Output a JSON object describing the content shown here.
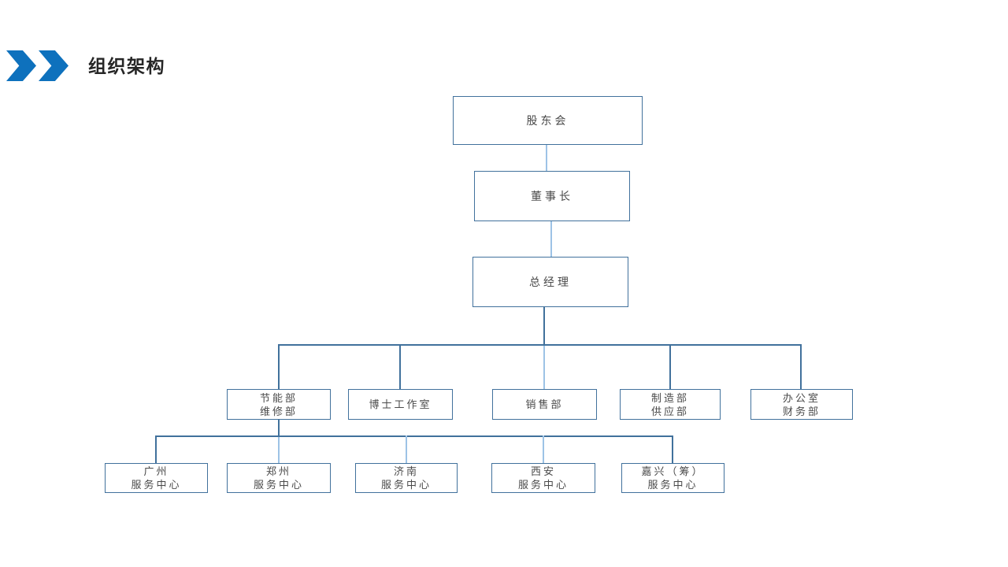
{
  "slide": {
    "title": "组织架构"
  },
  "colors": {
    "chevron": "#0E71BD",
    "box_border": "#41719C",
    "connector_dark": "#41719C",
    "connector_light": "#9DC3E6",
    "node_text": "#4a4a4a",
    "title_text": "#262626",
    "background": "#FFFFFF"
  },
  "org_chart": {
    "nodes": [
      {
        "id": "shareholders-meeting",
        "lines": [
          "股东会"
        ]
      },
      {
        "id": "chairman",
        "lines": [
          "董事长"
        ]
      },
      {
        "id": "general-manager",
        "lines": [
          "总经理"
        ]
      },
      {
        "id": "energy-maintenance-dept",
        "lines": [
          "节能部",
          "维修部"
        ]
      },
      {
        "id": "phd-studio",
        "lines": [
          "博士工作室"
        ]
      },
      {
        "id": "sales-dept",
        "lines": [
          "销售部"
        ]
      },
      {
        "id": "manufacturing-supply-dept",
        "lines": [
          "制造部",
          "供应部"
        ]
      },
      {
        "id": "office-finance-dept",
        "lines": [
          "办公室",
          "财务部"
        ]
      },
      {
        "id": "guangzhou-service-center",
        "lines": [
          "广州",
          "服务中心"
        ]
      },
      {
        "id": "zhengzhou-service-center",
        "lines": [
          "郑州",
          "服务中心"
        ]
      },
      {
        "id": "jinan-service-center",
        "lines": [
          "济南",
          "服务中心"
        ]
      },
      {
        "id": "xian-service-center",
        "lines": [
          "西安",
          "服务中心"
        ]
      },
      {
        "id": "jiaxing-service-center",
        "lines": [
          "嘉兴（筹）",
          "服务中心"
        ]
      }
    ],
    "edges": [
      {
        "parent": "shareholders-meeting",
        "child": "chairman"
      },
      {
        "parent": "chairman",
        "child": "general-manager"
      },
      {
        "parent": "general-manager",
        "child": "energy-maintenance-dept"
      },
      {
        "parent": "general-manager",
        "child": "phd-studio"
      },
      {
        "parent": "general-manager",
        "child": "sales-dept"
      },
      {
        "parent": "general-manager",
        "child": "manufacturing-supply-dept"
      },
      {
        "parent": "general-manager",
        "child": "office-finance-dept"
      },
      {
        "parent": "energy-maintenance-dept",
        "child": "guangzhou-service-center"
      },
      {
        "parent": "energy-maintenance-dept",
        "child": "zhengzhou-service-center"
      },
      {
        "parent": "energy-maintenance-dept",
        "child": "jinan-service-center"
      },
      {
        "parent": "energy-maintenance-dept",
        "child": "xian-service-center"
      },
      {
        "parent": "energy-maintenance-dept",
        "child": "jiaxing-service-center"
      }
    ]
  }
}
